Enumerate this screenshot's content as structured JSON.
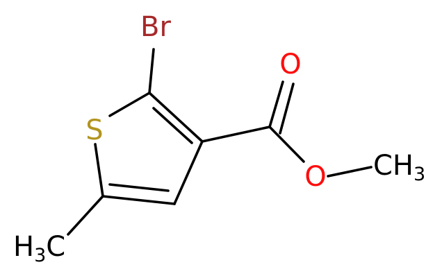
{
  "molecule": {
    "atoms": {
      "bromine": {
        "text": "Br",
        "color": "#a62929"
      },
      "sulfur": {
        "text": "S",
        "color": "#b2941f"
      },
      "carbonyl_oxygen": {
        "text": "O",
        "color": "#ff0d0d"
      },
      "ester_oxygen": {
        "text": "O",
        "color": "#ff0d0d"
      },
      "methyl_ester": {
        "main": "CH",
        "sub": "3",
        "color": "#000000"
      },
      "methyl_ring": {
        "main": "H",
        "sub": "3",
        "tail": "C",
        "color": "#000000"
      }
    },
    "bond_color": "#000000"
  }
}
